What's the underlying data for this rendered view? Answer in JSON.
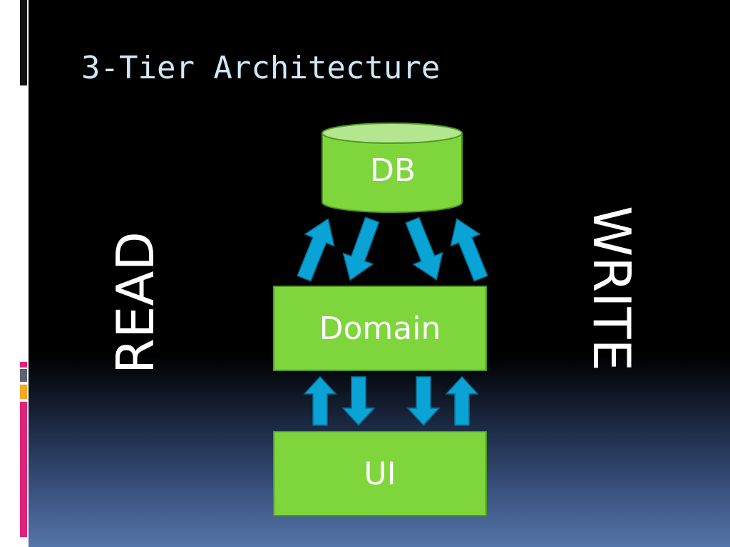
{
  "slide": {
    "title": "3-Tier Architecture"
  },
  "diagram": {
    "nodes": {
      "db": "DB",
      "domain": "Domain",
      "ui": "UI"
    },
    "side_labels": {
      "read": "READ",
      "write": "WRITE"
    }
  },
  "colors": {
    "box_fill": "#7fd63c",
    "box_border": "#4e9a22",
    "db_top": "#b3e68f",
    "arrow_fill": "#0aa3d6",
    "arrow_stroke": "#066e94",
    "title_text": "#cfe8f6"
  }
}
